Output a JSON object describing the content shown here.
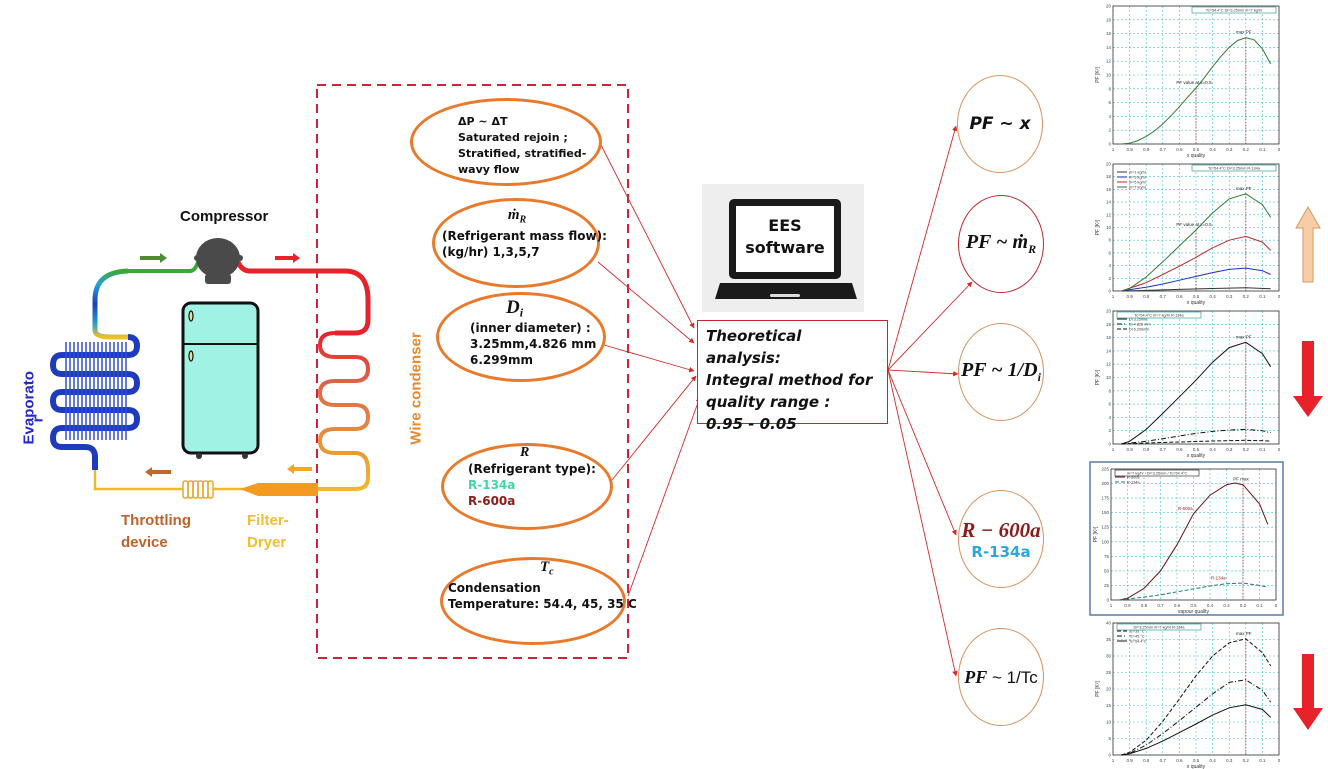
{
  "cycle": {
    "compressor_label": "Compressor",
    "evaporator_label": "Evaporato\nr",
    "evaporator_line1": "Evaporato",
    "evaporator_line2": "r",
    "throttling_line1": "Throttling",
    "throttling_line2": "device",
    "filter_line1": "Filter-",
    "filter_line2": "Dryer",
    "condenser_label": "Wire condenser",
    "colors": {
      "hot": "#e8222a",
      "suction": "#3aa935",
      "liquid": "#f1b928",
      "throttle": "#c4662a",
      "evaporator": "#1f3bbd",
      "fridge": "#9ff2e4"
    }
  },
  "parameters": [
    {
      "id": "dp-dt",
      "title": "ΔP  ~  ΔT",
      "lines": [
        "Saturated rejoin ;",
        "Stratified, stratified-",
        "wavy flow"
      ]
    },
    {
      "id": "mass-flow",
      "symbol": "ṁ",
      "subscript": "R",
      "lines": [
        "(Refrigerant mass flow):",
        "(kg/hr) 1,3,5,7"
      ]
    },
    {
      "id": "diameter",
      "symbol": "D",
      "subscript": "i",
      "lines": [
        "(inner diameter) :",
        "3.25mm,4.826 mm",
        "6.299mm"
      ]
    },
    {
      "id": "refrigerant",
      "symbol": "R",
      "lines": [
        "(Refrigerant type):"
      ],
      "options": [
        {
          "label": "R-134a",
          "color": "#3fd6a9"
        },
        {
          "label": "R-600a",
          "color": "#8b1a1a"
        }
      ]
    },
    {
      "id": "condensation",
      "symbol": "T",
      "subscript": "c",
      "lines": [
        "Condensation",
        "Temperature: 54.4, 45, 35 C"
      ]
    }
  ],
  "software": {
    "line1": "EES",
    "line2": "software"
  },
  "analysis": {
    "lines": [
      "Theoretical analysis:",
      "Integral method for",
      "quality range :",
      "0.95 - 0.05"
    ]
  },
  "results": [
    {
      "id": "pf-x",
      "text": "PF ~  x"
    },
    {
      "id": "pf-mr",
      "text": "PF ~  ṁ",
      "sub": "R"
    },
    {
      "id": "pf-di",
      "text": "PF ~ 1/D",
      "sub": "i"
    },
    {
      "id": "refrig",
      "text": "R − 600a",
      "text2": "R-134a"
    },
    {
      "id": "pf-tc",
      "text": "PF",
      "text_tail": " ~ 1/Tc"
    }
  ],
  "trend_arrows": [
    {
      "for": "pf-mr",
      "direction": "up",
      "color": "#f6cda4"
    },
    {
      "for": "pf-di",
      "direction": "down",
      "color": "#e8222a"
    },
    {
      "for": "pf-tc",
      "direction": "down",
      "color": "#e8222a"
    }
  ],
  "chart_data": [
    {
      "type": "line",
      "title": "",
      "legend_box": "Tc=54.4°C Di=3.25mm ṁ=7 kg/hr",
      "xlabel": "x  quality",
      "ylabel": "PF  [K²]",
      "xlim": [
        1,
        0
      ],
      "ylim": [
        0,
        20
      ],
      "xticks": [
        "1",
        "0.9",
        "0.8",
        "0.7",
        "0.6",
        "0.5",
        "0.4",
        "0.3",
        "0.2",
        "0.1",
        "0"
      ],
      "yticks": [
        "0",
        "2",
        "4",
        "6",
        "8",
        "10",
        "12",
        "14",
        "16",
        "18",
        "20"
      ],
      "grid": true,
      "annotations": [
        {
          "text": "PF value at x=0.5",
          "x": 0.5
        },
        {
          "text": "max PF",
          "x": 0.2
        }
      ],
      "series": [
        {
          "name": "PF",
          "style": "solid",
          "color": "#2e7d32",
          "x": [
            0.95,
            0.9,
            0.85,
            0.8,
            0.75,
            0.7,
            0.65,
            0.6,
            0.55,
            0.5,
            0.45,
            0.4,
            0.35,
            0.3,
            0.25,
            0.2,
            0.15,
            0.1,
            0.05
          ],
          "y": [
            0.0,
            0.1,
            0.5,
            1.1,
            1.9,
            2.9,
            4.1,
            5.4,
            6.8,
            8.1,
            9.6,
            11.2,
            12.7,
            14.0,
            15.0,
            15.4,
            15.1,
            13.8,
            11.6
          ]
        }
      ]
    },
    {
      "type": "line",
      "legend_box": "Tc=54.4°C Di=3.25mm R-134a",
      "xlabel": "x  quality",
      "ylabel": "PF  [K²]",
      "xlim": [
        1,
        0
      ],
      "ylim": [
        0,
        20
      ],
      "xticks": [
        "1",
        "0.9",
        "0.8",
        "0.7",
        "0.6",
        "0.5",
        "0.4",
        "0.3",
        "0.2",
        "0.1",
        "0"
      ],
      "yticks": [
        "0",
        "2",
        "4",
        "6",
        "8",
        "10",
        "12",
        "14",
        "16",
        "18",
        "20"
      ],
      "grid": true,
      "annotations": [
        {
          "text": "PF value at x=0.5",
          "x": 0.5
        },
        {
          "text": "max PF",
          "x": 0.2
        }
      ],
      "series": [
        {
          "name": "ṁ=1 kg/hr",
          "style": "solid",
          "color": "#333333",
          "x": [
            0.95,
            0.8,
            0.6,
            0.4,
            0.2,
            0.05
          ],
          "y": [
            0.0,
            0.1,
            0.25,
            0.4,
            0.5,
            0.35
          ]
        },
        {
          "name": "ṁ=3 kg/hr",
          "style": "solid",
          "color": "#1f2fbf",
          "x": [
            0.95,
            0.8,
            0.7,
            0.6,
            0.5,
            0.4,
            0.3,
            0.2,
            0.1,
            0.05
          ],
          "y": [
            0.0,
            0.6,
            1.1,
            1.7,
            2.3,
            2.9,
            3.4,
            3.6,
            3.2,
            2.6
          ]
        },
        {
          "name": "ṁ=5 kg/hr",
          "style": "solid",
          "color": "#c0282d",
          "x": [
            0.95,
            0.8,
            0.7,
            0.6,
            0.5,
            0.4,
            0.3,
            0.2,
            0.1,
            0.05
          ],
          "y": [
            0.0,
            1.3,
            2.6,
            3.9,
            5.3,
            6.8,
            8.0,
            8.6,
            7.7,
            6.4
          ]
        },
        {
          "name": "ṁ=7 kg/hr",
          "style": "solid",
          "color": "#2e7d32",
          "x": [
            0.95,
            0.9,
            0.8,
            0.7,
            0.6,
            0.5,
            0.4,
            0.3,
            0.2,
            0.1,
            0.05
          ],
          "y": [
            0.0,
            0.4,
            2.2,
            4.6,
            7.1,
            9.6,
            12.3,
            14.5,
            15.3,
            13.6,
            11.6
          ]
        }
      ]
    },
    {
      "type": "line",
      "legend_box": "Tc=54.4°C ṁ=7 kg/hr R-134a",
      "xlabel": "x  quality",
      "ylabel": "PF  [K²]",
      "xlim": [
        1,
        0
      ],
      "ylim": [
        0,
        20
      ],
      "xticks": [
        "1",
        "0.9",
        "0.8",
        "0.7",
        "0.6",
        "0.5",
        "0.4",
        "0.3",
        "0.2",
        "0.1",
        "0"
      ],
      "yticks": [
        "0",
        "2",
        "4",
        "6",
        "8",
        "10",
        "12",
        "14",
        "16",
        "18",
        "20"
      ],
      "grid": true,
      "annotations": [
        {
          "text": "max PF",
          "x": 0.2
        }
      ],
      "series": [
        {
          "name": "Di 3.25mm",
          "style": "solid",
          "color": "#111111",
          "x": [
            0.95,
            0.9,
            0.8,
            0.7,
            0.6,
            0.5,
            0.4,
            0.3,
            0.2,
            0.1,
            0.05
          ],
          "y": [
            0.0,
            0.4,
            2.2,
            4.6,
            7.1,
            9.6,
            12.3,
            14.5,
            15.3,
            13.6,
            11.6
          ]
        },
        {
          "name": "Di 4.826 mm",
          "style": "dashdot",
          "color": "#111111",
          "x": [
            0.95,
            0.8,
            0.7,
            0.6,
            0.5,
            0.4,
            0.3,
            0.2,
            0.1,
            0.05
          ],
          "y": [
            0.0,
            0.4,
            0.8,
            1.2,
            1.6,
            1.9,
            2.1,
            2.2,
            2.0,
            1.7
          ]
        },
        {
          "name": "Di 6.299mm",
          "style": "dashed",
          "color": "#111111",
          "x": [
            0.95,
            0.8,
            0.6,
            0.4,
            0.2,
            0.05
          ],
          "y": [
            0.0,
            0.15,
            0.3,
            0.45,
            0.55,
            0.45
          ]
        }
      ]
    },
    {
      "type": "line",
      "legend_box": "ṁ=7 kg/hr / Di=3.25mm / Tc=54.4°C",
      "xlabel": "vapour quality",
      "ylabel": "PF  [K²]",
      "xlim": [
        1,
        0
      ],
      "ylim": [
        0,
        225
      ],
      "xticks": [
        "1",
        "0.9",
        "0.8",
        "0.7",
        "0.6",
        "0.5",
        "0.4",
        "0.3",
        "0.2",
        "0.1",
        "0"
      ],
      "yticks": [
        "0",
        "25",
        "50",
        "75",
        "100",
        "125",
        "150",
        "175",
        "200",
        "225"
      ],
      "grid": true,
      "annotations": [
        {
          "text": "PF max",
          "x": 0.2
        },
        {
          "text": "R-600a",
          "x": 0.55
        },
        {
          "text": "R-134a",
          "x": 0.35
        }
      ],
      "series": [
        {
          "name": "R-600a",
          "style": "solid",
          "color": "#6b1010",
          "x": [
            0.95,
            0.9,
            0.8,
            0.7,
            0.6,
            0.5,
            0.4,
            0.3,
            0.25,
            0.2,
            0.1,
            0.05
          ],
          "y": [
            0,
            3,
            20,
            50,
            95,
            148,
            180,
            198,
            201,
            198,
            165,
            130
          ]
        },
        {
          "name": "R-134a",
          "style": "dashed",
          "color": "#1e7b7b",
          "x": [
            0.95,
            0.8,
            0.7,
            0.6,
            0.5,
            0.4,
            0.3,
            0.2,
            0.1,
            0.05
          ],
          "y": [
            0,
            5,
            9,
            14,
            19,
            24,
            28,
            29,
            25,
            22
          ]
        }
      ]
    },
    {
      "type": "line",
      "legend_box": "Di=3.25mm ṁ=7 kg/hr R-134a",
      "xlabel": "x  quality",
      "ylabel": "PF  [K²]",
      "xlim": [
        1,
        0
      ],
      "ylim": [
        0,
        40
      ],
      "xticks": [
        "1",
        "0.9",
        "0.8",
        "0.7",
        "0.6",
        "0.5",
        "0.4",
        "0.3",
        "0.2",
        "0.1",
        "0"
      ],
      "yticks": [
        "0",
        "5",
        "10",
        "15",
        "20",
        "25",
        "30",
        "35",
        "40"
      ],
      "grid": true,
      "annotations": [
        {
          "text": "max PF",
          "x": 0.2
        }
      ],
      "series": [
        {
          "name": "Tc=35 °C",
          "style": "dashed",
          "color": "#111111",
          "x": [
            0.95,
            0.9,
            0.8,
            0.7,
            0.6,
            0.5,
            0.4,
            0.3,
            0.2,
            0.1,
            0.05
          ],
          "y": [
            0,
            0.8,
            4.5,
            10.2,
            17.0,
            24.0,
            30.0,
            34.0,
            35.2,
            31.0,
            27.0
          ]
        },
        {
          "name": "Tc=45 °C",
          "style": "dashdot",
          "color": "#111111",
          "x": [
            0.95,
            0.9,
            0.8,
            0.7,
            0.6,
            0.5,
            0.4,
            0.3,
            0.2,
            0.1,
            0.05
          ],
          "y": [
            0,
            0.5,
            3.0,
            6.5,
            10.4,
            14.5,
            18.5,
            22.0,
            22.8,
            19.6,
            16.0
          ]
        },
        {
          "name": "Tc=54.4°C",
          "style": "solid",
          "color": "#111111",
          "x": [
            0.95,
            0.9,
            0.8,
            0.7,
            0.6,
            0.5,
            0.4,
            0.3,
            0.2,
            0.1,
            0.05
          ],
          "y": [
            0,
            0.4,
            2.0,
            4.2,
            6.8,
            9.4,
            12.1,
            14.3,
            15.2,
            13.8,
            11.4
          ]
        }
      ]
    }
  ]
}
